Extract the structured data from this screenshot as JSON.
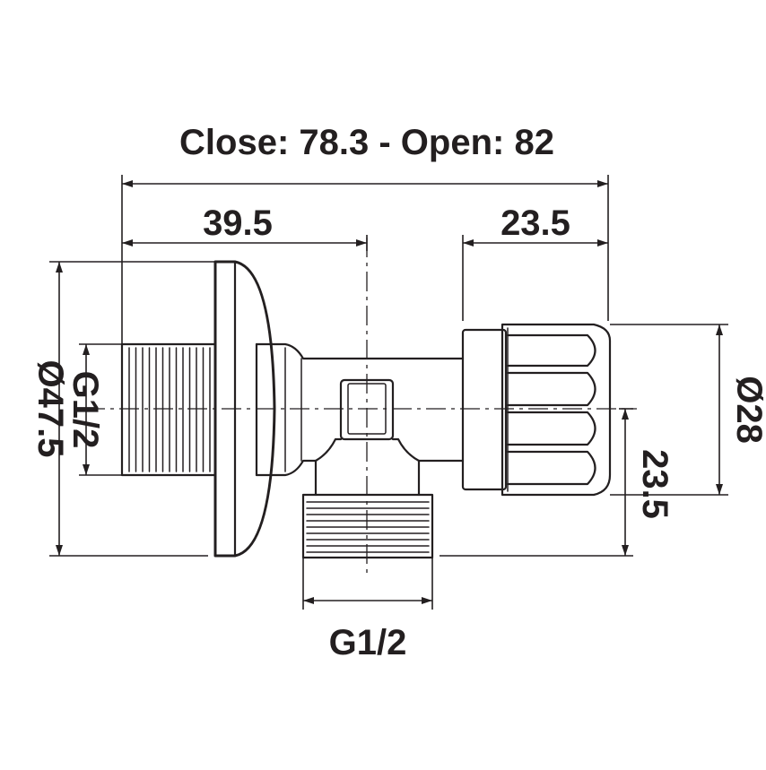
{
  "diagram": {
    "title": "Close: 78.3 - Open: 82",
    "dimensions": {
      "body_to_outlet_axis": "39.5",
      "handle_length": "23.5",
      "flange_diameter": "Ø47.5",
      "inlet_thread": "G1/2",
      "handle_diameter": "Ø28",
      "outlet_drop": "23.5",
      "outlet_thread": "G1/2"
    },
    "colors": {
      "line": "#231f20",
      "background": "#ffffff"
    }
  }
}
